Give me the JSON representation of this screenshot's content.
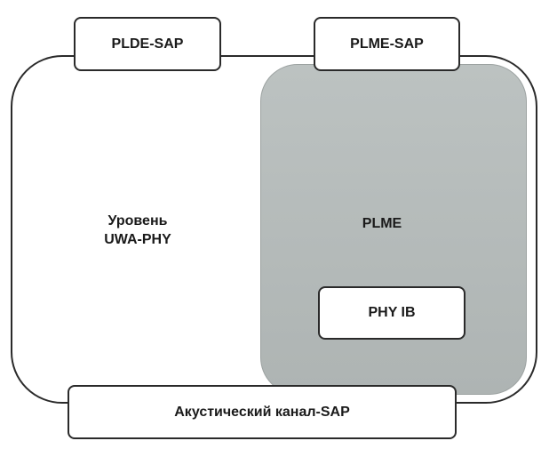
{
  "diagram": {
    "sap_top_left": "PLDE-SAP",
    "sap_top_right": "PLME-SAP",
    "sap_bottom": "Акустический канал-SAP",
    "layer_label_line1": "Уровень",
    "layer_label_line2": "UWA-PHY",
    "plme_label": "PLME",
    "phy_ib_label": "PHY IB"
  },
  "colors": {
    "border": "#2a2a2a",
    "plme_fill": "#b4bab9",
    "background": "#ffffff"
  }
}
